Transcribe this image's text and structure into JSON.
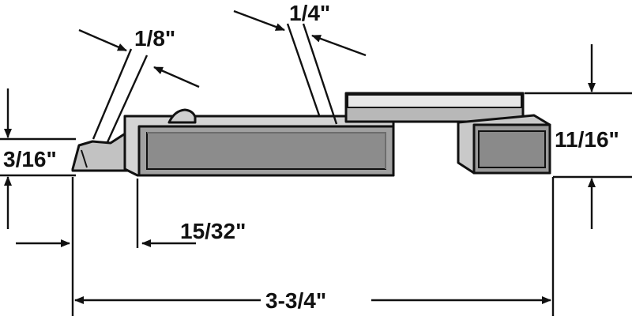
{
  "dimensions": {
    "tip_width": "1/8\"",
    "slot_width": "1/4\"",
    "tip_height": "3/16\"",
    "block_height": "11/16\"",
    "offset": "15/32\"",
    "overall_length": "3-3/4\""
  },
  "colors": {
    "outline": "#111111",
    "body_fill": "#9d9d9d",
    "body_light": "#d9d9d9",
    "body_dark": "#7d7d7d",
    "background": "#ffffff"
  }
}
